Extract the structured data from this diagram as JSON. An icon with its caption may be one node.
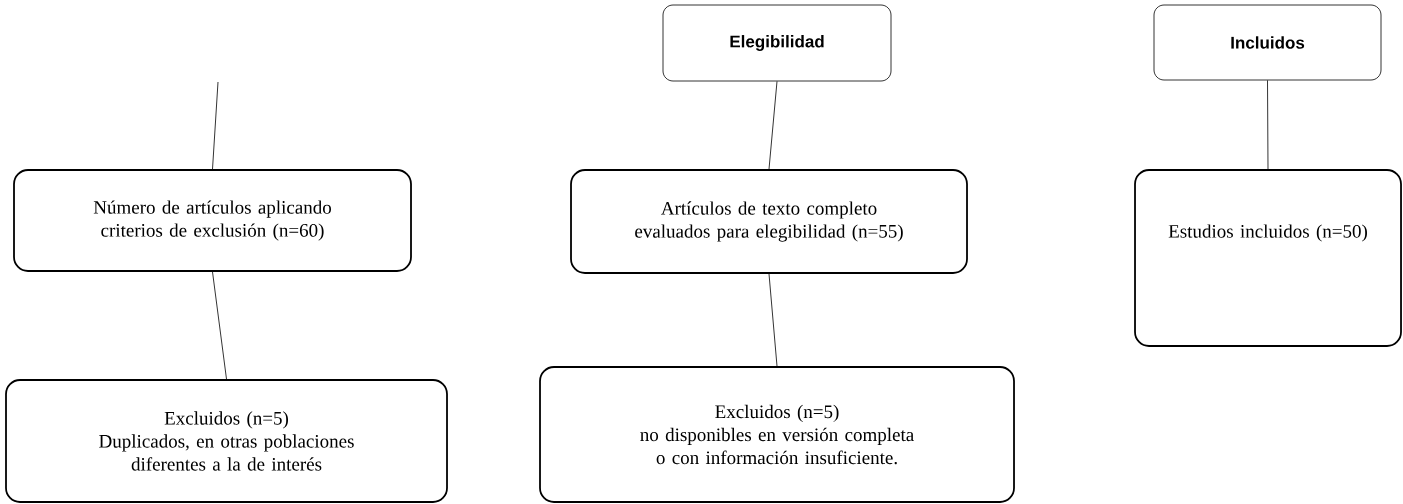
{
  "diagram": {
    "nodes": [
      {
        "text": [
          "Número de artículos aplicando criterios de exclusión (n=60)"
        ]
      },
      {
        "text": [
          "Excluidos (n=5)",
          "Duplicados, en otras poblaciones diferentes a la de interés"
        ]
      },
      {
        "text": [
          "Elegibilidad"
        ]
      },
      {
        "text": [
          "Artículos de texto completo evaluados para elegibilidad (n=55)"
        ]
      },
      {
        "text": [
          "Excluidos (n=5)",
          "no disponibles en versión completa o con información insuficiente."
        ]
      },
      {
        "text": [
          "Incluidos"
        ]
      },
      {
        "text": [
          "Estudios incluidos (n=50)"
        ]
      }
    ],
    "edges": [
      {
        "from": null,
        "to": 0,
        "arrow": "none"
      },
      {
        "from": 0,
        "to": 1,
        "arrow": "none"
      },
      {
        "from": 2,
        "to": 3,
        "arrow": "none"
      },
      {
        "from": 3,
        "to": 4,
        "arrow": "none"
      },
      {
        "from": 5,
        "to": 6,
        "arrow": "none"
      }
    ]
  }
}
